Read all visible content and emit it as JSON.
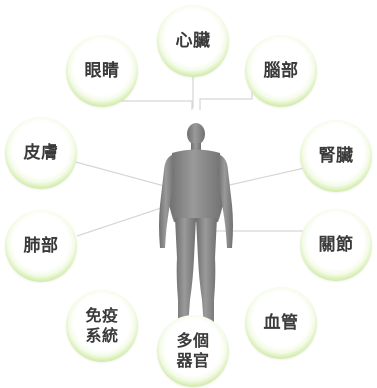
{
  "nodes": [
    {
      "id": "heart",
      "label": "心臟"
    },
    {
      "id": "eyes",
      "label": "眼睛"
    },
    {
      "id": "brain",
      "label": "腦部"
    },
    {
      "id": "skin",
      "label": "皮膚"
    },
    {
      "id": "kidney",
      "label": "腎臟"
    },
    {
      "id": "lungs",
      "label": "肺部"
    },
    {
      "id": "joints",
      "label": "關節"
    },
    {
      "id": "immune",
      "label": "免疫\n系統"
    },
    {
      "id": "blood",
      "label": "血管"
    },
    {
      "id": "organs",
      "label": "多個\n器官"
    }
  ],
  "colors": {
    "ring": "#8cc63f",
    "ring_light": "#cfeaa4",
    "connector": "#d6d6d6",
    "figure": "#8a8a8a",
    "label": "#3a3a3a"
  }
}
